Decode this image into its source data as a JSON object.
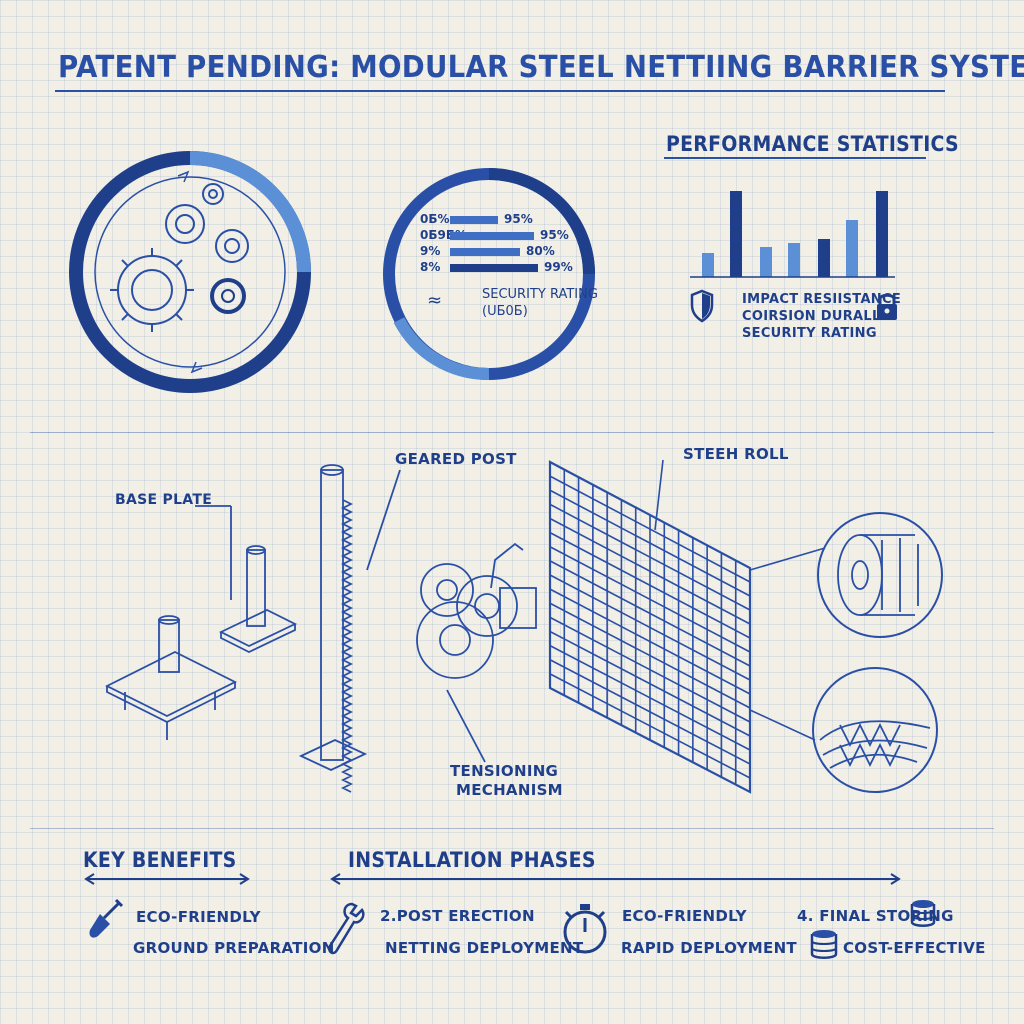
{
  "title": "PATENT PENDING: MODULAR STEEL NETTIING BARRIER SYSTEM",
  "gauge": {
    "rows": [
      {
        "left": "0Б%",
        "right": "95%",
        "value": 0.55
      },
      {
        "left": "0Б9Б%",
        "right": "95%",
        "value": 0.95
      },
      {
        "left": "9%",
        "right": "80%",
        "value": 0.8
      },
      {
        "left": "8%",
        "right": "99%",
        "value": 1.0
      }
    ],
    "caption_line1": "SECURITY RATING",
    "caption_line2": "(UБ0Б)"
  },
  "performance": {
    "heading": "PERFORMANCE STATISTICS",
    "bars": [
      0.28,
      1.0,
      0.35,
      0.4,
      0.44,
      0.66,
      1.0
    ],
    "legend": [
      "IMPACT RESIISTANCE",
      "COIRSION DURALLTY",
      "SECURITY RATING"
    ]
  },
  "diagram": {
    "base_plate": "BASE PLATE",
    "geared_post": "GEARED POST",
    "steel_roll": "STEEH ROLL",
    "tension_line1": "TENSIONING",
    "tension_line2": "MECHANISM"
  },
  "benefits": {
    "heading": "KEY BENEFITS",
    "item1": "ECO-FRIENDLY",
    "item2": "GROUND PREPARATION"
  },
  "phases": {
    "heading": "INSTALLATION PHASES",
    "p1_line1": "2.POST ERECTION",
    "p1_line2": "NETTING DEPLOYMENT",
    "p2_line1": "ECO-FRIENDLY",
    "p2_line2": "RAPID DEPLOYMENT",
    "p3_line1": "4. FINAL STORING",
    "p3_line2": "COST-EFFECTIVE"
  },
  "colors": {
    "blue_dark": "#1f3f8a",
    "blue_mid": "#2a4fa6",
    "blue_light": "#5b8fd6",
    "paper": "#f1efe6"
  }
}
